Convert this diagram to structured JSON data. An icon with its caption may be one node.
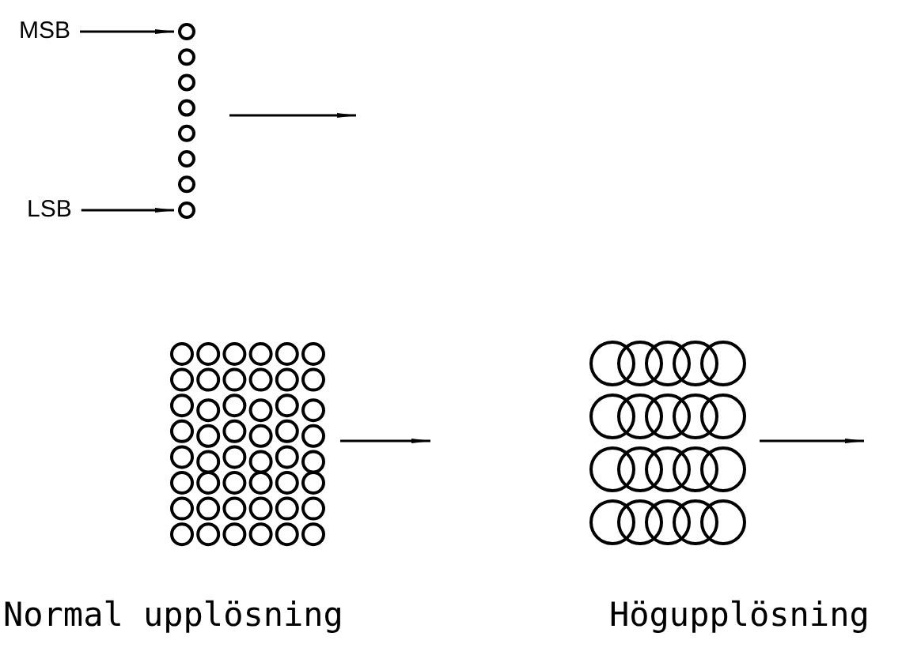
{
  "diagram": {
    "nodes": [
      {
        "text": [
          "MSB"
        ]
      },
      {
        "text": [],
        "shape": "circle"
      },
      {
        "text": [
          "LSB"
        ]
      },
      {
        "text": [],
        "shape": "circle"
      }
    ],
    "edges": [
      {
        "from": 0,
        "to": 1,
        "arrow": "to"
      },
      {
        "from": 2,
        "to": 3,
        "arrow": "to"
      }
    ],
    "labels": [
      "Normal upplösning",
      "Högupplösning"
    ]
  }
}
